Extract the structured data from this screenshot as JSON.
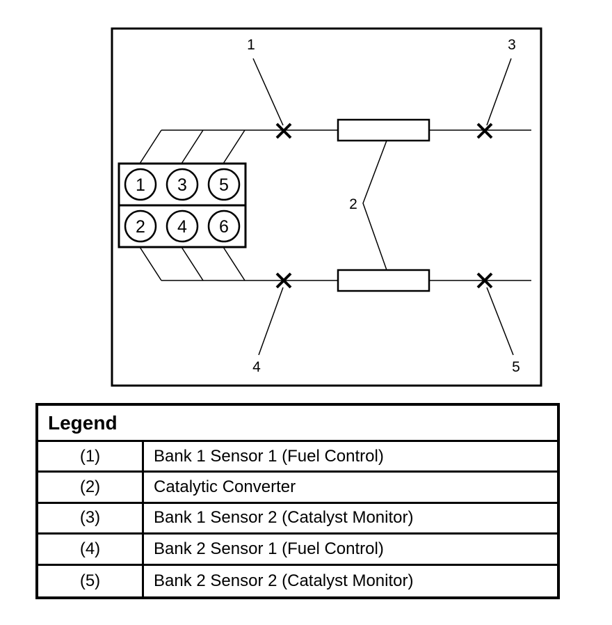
{
  "diagram": {
    "cylinders": [
      "1",
      "3",
      "5",
      "2",
      "4",
      "6"
    ],
    "callouts": [
      "1",
      "2",
      "3",
      "4",
      "5"
    ]
  },
  "legend": {
    "title": "Legend",
    "rows": [
      {
        "num": "(1)",
        "desc": "Bank 1 Sensor 1 (Fuel Control)"
      },
      {
        "num": "(2)",
        "desc": "Catalytic Converter"
      },
      {
        "num": "(3)",
        "desc": "Bank 1 Sensor 2 (Catalyst Monitor)"
      },
      {
        "num": "(4)",
        "desc": "Bank 2 Sensor 1 (Fuel Control)"
      },
      {
        "num": "(5)",
        "desc": "Bank 2 Sensor 2 (Catalyst Monitor)"
      }
    ]
  }
}
